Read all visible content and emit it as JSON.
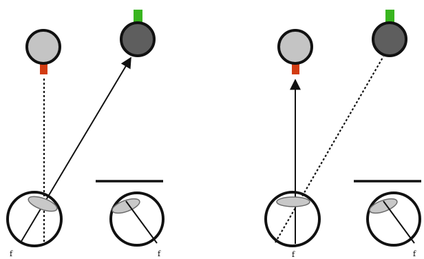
{
  "colors": {
    "background": "#ffffff",
    "line": "#111111",
    "light_target": "#c4c4c4",
    "dark_target": "#5e5e5e",
    "red_marker": "#d23c12",
    "green_marker": "#39b51f",
    "lens": "#c8c8c8",
    "lens_stroke": "#6a6a6a"
  },
  "panels": [
    {
      "id": "left",
      "attended_target": "dark",
      "labels": {
        "eye_focus": "f",
        "mirror_focus": "f"
      }
    },
    {
      "id": "right",
      "attended_target": "light",
      "labels": {
        "eye_focus": "f",
        "mirror_focus": "f"
      }
    }
  ]
}
